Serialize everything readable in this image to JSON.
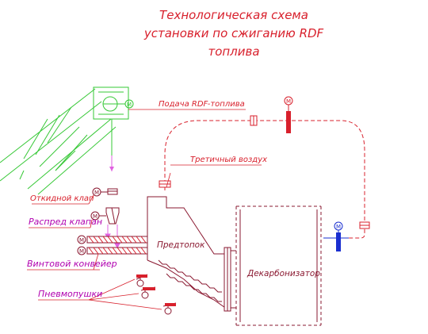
{
  "title": {
    "line1": "Технологическая схема",
    "line2": "установки по сжиганию RDF",
    "line3": "топлива"
  },
  "labels": {
    "feed": "Подача RDF-топлива",
    "tertiary_air": "Третичный воздух",
    "flap_valve": "Откидной клап",
    "distribution_valve": "Распред клапан",
    "screw_conveyor": "Винтовой конвейер",
    "air_guns": "Пневмопушки",
    "prefurnace": "Предтопок",
    "decarbonizer": "Декарбонизатор"
  },
  "symbols": {
    "motor": "M"
  },
  "colors": {
    "title": "#d8202c",
    "equipment": "#8a1830",
    "conveyor_belt": "#36c836",
    "valve_blue": "#1a2fd0",
    "valve_red": "#d8202c",
    "label_purple": "#b000b0",
    "pink_arrow": "#e060e0"
  }
}
